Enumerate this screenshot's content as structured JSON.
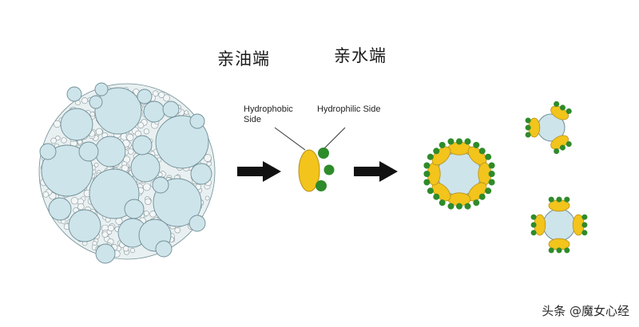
{
  "labels": {
    "lipophilic_cn": "亲油端",
    "hydrophilic_cn": "亲水端",
    "hydrophobic_en_line1": "Hydrophobic",
    "hydrophobic_en_line2": "Side",
    "hydrophilic_en": "Hydrophilic Side"
  },
  "watermark": "头条 @魔女心经",
  "colors": {
    "droplet_fill": "#cde4ea",
    "droplet_stroke": "#6f8e96",
    "small_bubble_fill": "#f3f6f7",
    "small_bubble_stroke": "#8a9a9e",
    "hydrophobic_tail": "#f2c41c",
    "tail_stroke": "#b8921a",
    "hydrophilic_head": "#2e8b2a",
    "arrow": "#111111"
  }
}
